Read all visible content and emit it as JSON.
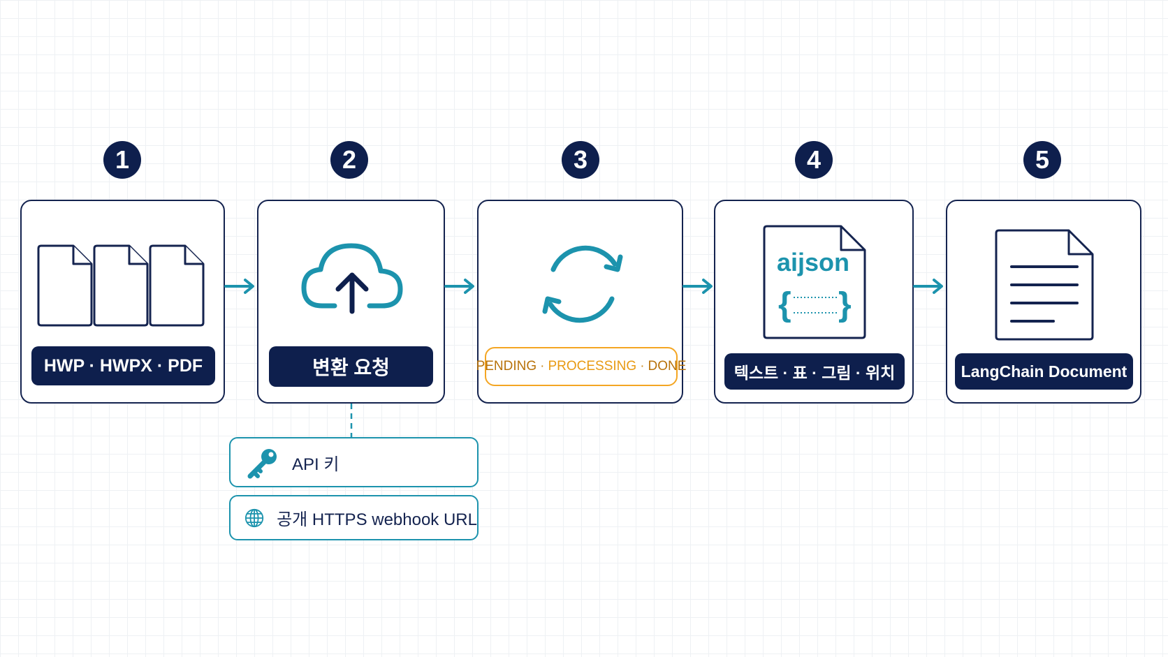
{
  "steps": [
    {
      "number": "1",
      "label": "HWP · HWPX · PDF",
      "icon": "documents-icon"
    },
    {
      "number": "2",
      "label": "변환 요청",
      "icon": "cloud-upload-icon"
    },
    {
      "number": "3",
      "icon": "sync-icon",
      "status": {
        "pending": "PENDING",
        "processing": "PROCESSING",
        "done": "DONE",
        "separator": "·"
      }
    },
    {
      "number": "4",
      "label": "텍스트 · 표 · 그림 · 위치",
      "icon": "aijson-file-icon",
      "file_text": "aijson"
    },
    {
      "number": "5",
      "label": "LangChain Document",
      "icon": "document-lines-icon"
    }
  ],
  "requirements": [
    {
      "label": "API 키",
      "icon": "key-icon"
    },
    {
      "label": "공개 HTTPS webhook URL",
      "icon": "globe-icon"
    }
  ],
  "colors": {
    "navy": "#0e1f4d",
    "teal": "#1c93ad",
    "amber": "#f4a623",
    "card_border": "#14234f"
  }
}
